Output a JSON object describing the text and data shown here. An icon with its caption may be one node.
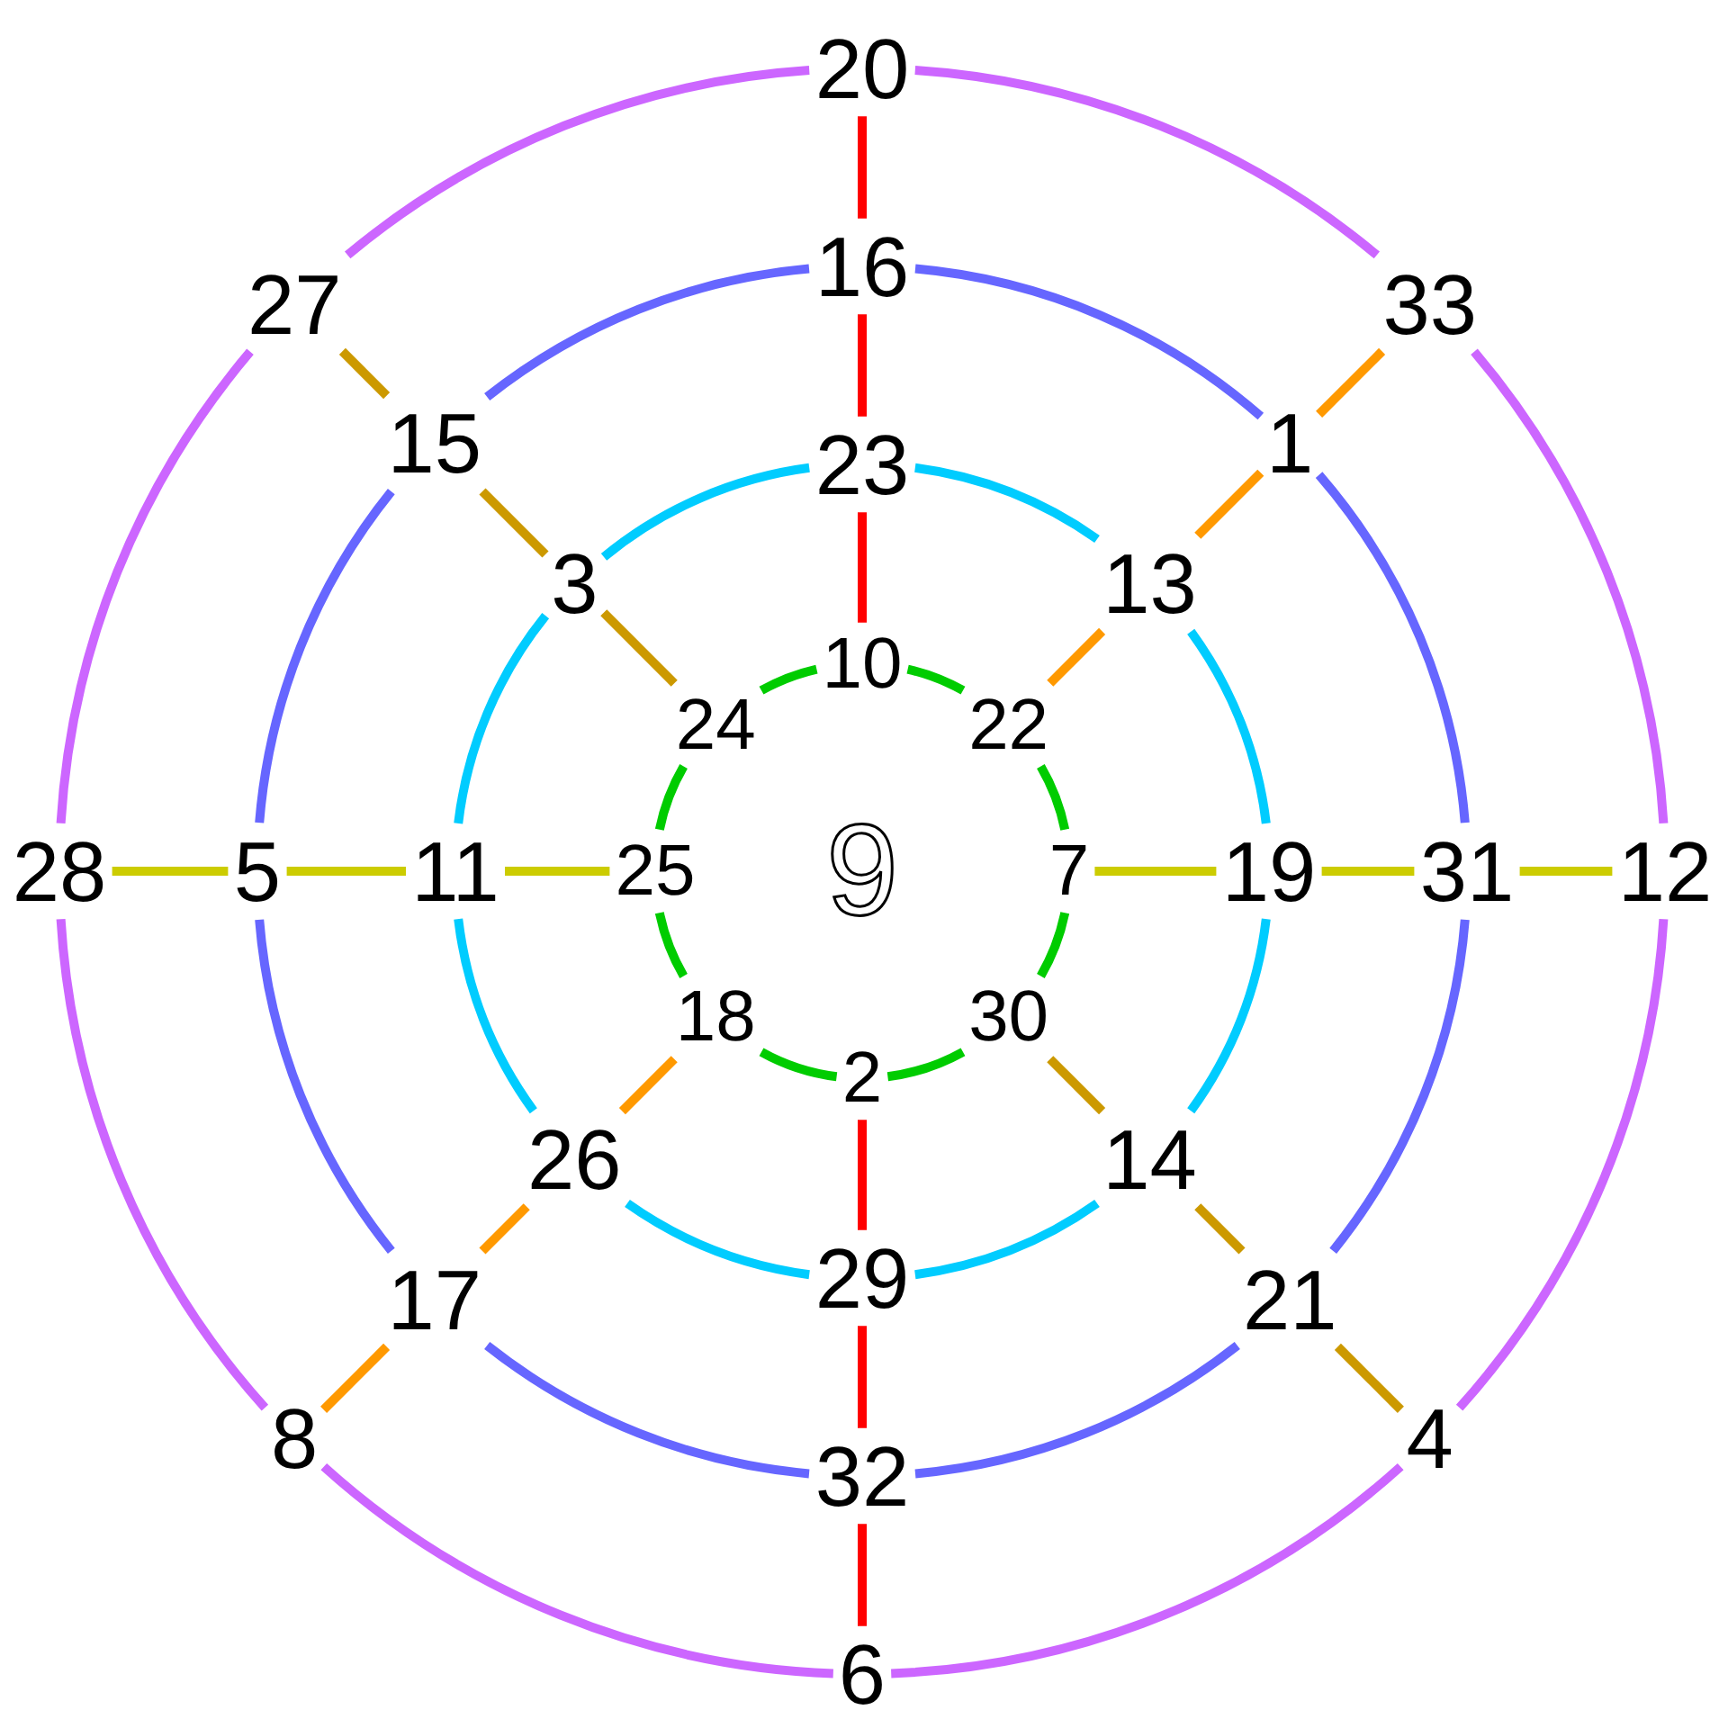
{
  "diagram": {
    "nodes": [
      {
        "text": [
          "20"
        ]
      },
      {
        "text": [
          "16"
        ]
      },
      {
        "text": [
          "27"
        ]
      },
      {
        "text": [
          "33"
        ]
      },
      {
        "text": [
          "15"
        ]
      },
      {
        "text": [
          "1"
        ]
      },
      {
        "text": [
          "23"
        ]
      },
      {
        "text": [
          "3"
        ]
      },
      {
        "text": [
          "13"
        ]
      },
      {
        "text": [
          "10"
        ]
      },
      {
        "text": [
          "24"
        ]
      },
      {
        "text": [
          "22"
        ]
      },
      {
        "text": [
          "28"
        ]
      },
      {
        "text": [
          "5"
        ]
      },
      {
        "text": [
          "11"
        ]
      },
      {
        "text": [
          "25"
        ]
      },
      {
        "text": [
          "9"
        ]
      },
      {
        "text": [
          "7"
        ]
      },
      {
        "text": [
          "19"
        ]
      },
      {
        "text": [
          "31"
        ]
      },
      {
        "text": [
          "12"
        ]
      },
      {
        "text": [
          "18"
        ]
      },
      {
        "text": [
          "30"
        ]
      },
      {
        "text": [
          "2"
        ]
      },
      {
        "text": [
          "26"
        ]
      },
      {
        "text": [
          "14"
        ]
      },
      {
        "text": [
          "29"
        ]
      },
      {
        "text": [
          "17"
        ]
      },
      {
        "text": [
          "21"
        ]
      },
      {
        "text": [
          "8"
        ]
      },
      {
        "text": [
          "4"
        ]
      },
      {
        "text": [
          "32"
        ]
      },
      {
        "text": [
          "6"
        ]
      }
    ],
    "edges": [
      {
        "from": 9,
        "to": 11,
        "arrow": "none",
        "color": "#00cc00"
      },
      {
        "from": 11,
        "to": 17,
        "arrow": "none",
        "color": "#00cc00"
      },
      {
        "from": 17,
        "to": 22,
        "arrow": "none",
        "color": "#00cc00"
      },
      {
        "from": 22,
        "to": 23,
        "arrow": "none",
        "color": "#00cc00"
      },
      {
        "from": 23,
        "to": 21,
        "arrow": "none",
        "color": "#00cc00"
      },
      {
        "from": 21,
        "to": 15,
        "arrow": "none",
        "color": "#00cc00"
      },
      {
        "from": 15,
        "to": 10,
        "arrow": "none",
        "color": "#00cc00"
      },
      {
        "from": 10,
        "to": 9,
        "arrow": "none",
        "color": "#00cc00"
      },
      {
        "from": 6,
        "to": 8,
        "arrow": "none",
        "color": "#00ccff"
      },
      {
        "from": 8,
        "to": 18,
        "arrow": "none",
        "color": "#00ccff"
      },
      {
        "from": 18,
        "to": 25,
        "arrow": "none",
        "color": "#00ccff"
      },
      {
        "from": 25,
        "to": 26,
        "arrow": "none",
        "color": "#00ccff"
      },
      {
        "from": 26,
        "to": 24,
        "arrow": "none",
        "color": "#00ccff"
      },
      {
        "from": 24,
        "to": 14,
        "arrow": "none",
        "color": "#00ccff"
      },
      {
        "from": 14,
        "to": 7,
        "arrow": "none",
        "color": "#00ccff"
      },
      {
        "from": 7,
        "to": 6,
        "arrow": "none",
        "color": "#00ccff"
      },
      {
        "from": 1,
        "to": 5,
        "arrow": "none",
        "color": "#6666ff"
      },
      {
        "from": 5,
        "to": 19,
        "arrow": "none",
        "color": "#6666ff"
      },
      {
        "from": 19,
        "to": 28,
        "arrow": "none",
        "color": "#6666ff"
      },
      {
        "from": 28,
        "to": 31,
        "arrow": "none",
        "color": "#6666ff"
      },
      {
        "from": 31,
        "to": 27,
        "arrow": "none",
        "color": "#6666ff"
      },
      {
        "from": 27,
        "to": 13,
        "arrow": "none",
        "color": "#6666ff"
      },
      {
        "from": 13,
        "to": 4,
        "arrow": "none",
        "color": "#6666ff"
      },
      {
        "from": 4,
        "to": 1,
        "arrow": "none",
        "color": "#6666ff"
      },
      {
        "from": 0,
        "to": 3,
        "arrow": "none",
        "color": "#cc66ff"
      },
      {
        "from": 3,
        "to": 20,
        "arrow": "none",
        "color": "#cc66ff"
      },
      {
        "from": 20,
        "to": 30,
        "arrow": "none",
        "color": "#cc66ff"
      },
      {
        "from": 30,
        "to": 32,
        "arrow": "none",
        "color": "#cc66ff"
      },
      {
        "from": 32,
        "to": 29,
        "arrow": "none",
        "color": "#cc66ff"
      },
      {
        "from": 29,
        "to": 12,
        "arrow": "none",
        "color": "#cc66ff"
      },
      {
        "from": 12,
        "to": 2,
        "arrow": "none",
        "color": "#cc66ff"
      },
      {
        "from": 2,
        "to": 0,
        "arrow": "none",
        "color": "#cc66ff"
      },
      {
        "from": 9,
        "to": 6,
        "arrow": "none",
        "color": "#ff0000"
      },
      {
        "from": 6,
        "to": 1,
        "arrow": "none",
        "color": "#ff0000"
      },
      {
        "from": 1,
        "to": 0,
        "arrow": "none",
        "color": "#ff0000"
      },
      {
        "from": 11,
        "to": 8,
        "arrow": "none",
        "color": "#ff9900"
      },
      {
        "from": 8,
        "to": 5,
        "arrow": "none",
        "color": "#ff9900"
      },
      {
        "from": 5,
        "to": 3,
        "arrow": "none",
        "color": "#ff9900"
      },
      {
        "from": 17,
        "to": 18,
        "arrow": "none",
        "color": "#cccc00"
      },
      {
        "from": 18,
        "to": 19,
        "arrow": "none",
        "color": "#cccc00"
      },
      {
        "from": 19,
        "to": 20,
        "arrow": "none",
        "color": "#cccc00"
      },
      {
        "from": 22,
        "to": 25,
        "arrow": "none",
        "color": "#cc9900"
      },
      {
        "from": 25,
        "to": 28,
        "arrow": "none",
        "color": "#cc9900"
      },
      {
        "from": 28,
        "to": 30,
        "arrow": "none",
        "color": "#cc9900"
      },
      {
        "from": 23,
        "to": 26,
        "arrow": "none",
        "color": "#ff0000"
      },
      {
        "from": 26,
        "to": 31,
        "arrow": "none",
        "color": "#ff0000"
      },
      {
        "from": 31,
        "to": 32,
        "arrow": "none",
        "color": "#ff0000"
      },
      {
        "from": 21,
        "to": 24,
        "arrow": "none",
        "color": "#ff9900"
      },
      {
        "from": 24,
        "to": 27,
        "arrow": "none",
        "color": "#ff9900"
      },
      {
        "from": 27,
        "to": 29,
        "arrow": "none",
        "color": "#ff9900"
      },
      {
        "from": 15,
        "to": 14,
        "arrow": "none",
        "color": "#cccc00"
      },
      {
        "from": 14,
        "to": 13,
        "arrow": "none",
        "color": "#cccc00"
      },
      {
        "from": 13,
        "to": 12,
        "arrow": "none",
        "color": "#cccc00"
      },
      {
        "from": 10,
        "to": 7,
        "arrow": "none",
        "color": "#cc9900"
      },
      {
        "from": 7,
        "to": 4,
        "arrow": "none",
        "color": "#cc9900"
      },
      {
        "from": 4,
        "to": 2,
        "arrow": "none",
        "color": "#cc9900"
      }
    ]
  }
}
